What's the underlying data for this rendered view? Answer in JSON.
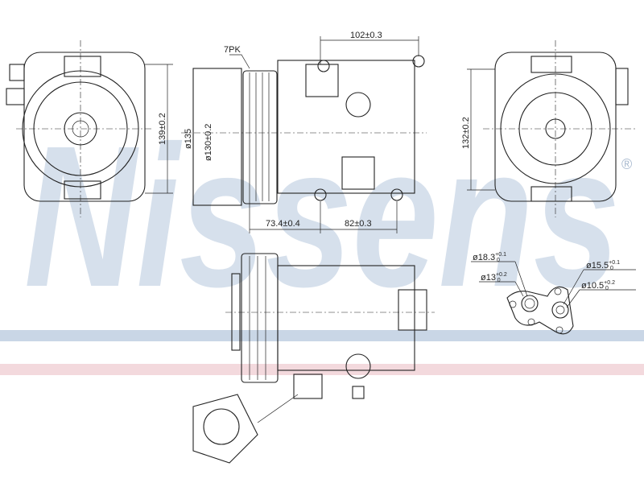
{
  "watermark": {
    "brand": "Nissens",
    "registered_mark": "®",
    "color": "#d6e0ec",
    "band_blue": "#c9d6e6",
    "band_red": "#f3d9dd"
  },
  "dimensions": {
    "belt": "7PK",
    "bolt_spacing_top": "102±0.3",
    "pulley_outer_dia": "ø135",
    "pulley_inner_dia": "ø130±0.2",
    "front_height": "139±0.2",
    "rear_height": "132±0.2",
    "pulley_to_mount": "73.4±0.4",
    "mount_spacing": "82±0.3"
  },
  "port_dims": [
    {
      "base": "ø18.3",
      "tol_upper": "+0.1",
      "tol_lower": "0"
    },
    {
      "base": "ø13",
      "tol_upper": "+0.2",
      "tol_lower": "0"
    },
    {
      "base": "ø15.5",
      "tol_upper": "+0.1",
      "tol_lower": "0"
    },
    {
      "base": "ø10.5",
      "tol_upper": "+0.2",
      "tol_lower": "0"
    }
  ]
}
